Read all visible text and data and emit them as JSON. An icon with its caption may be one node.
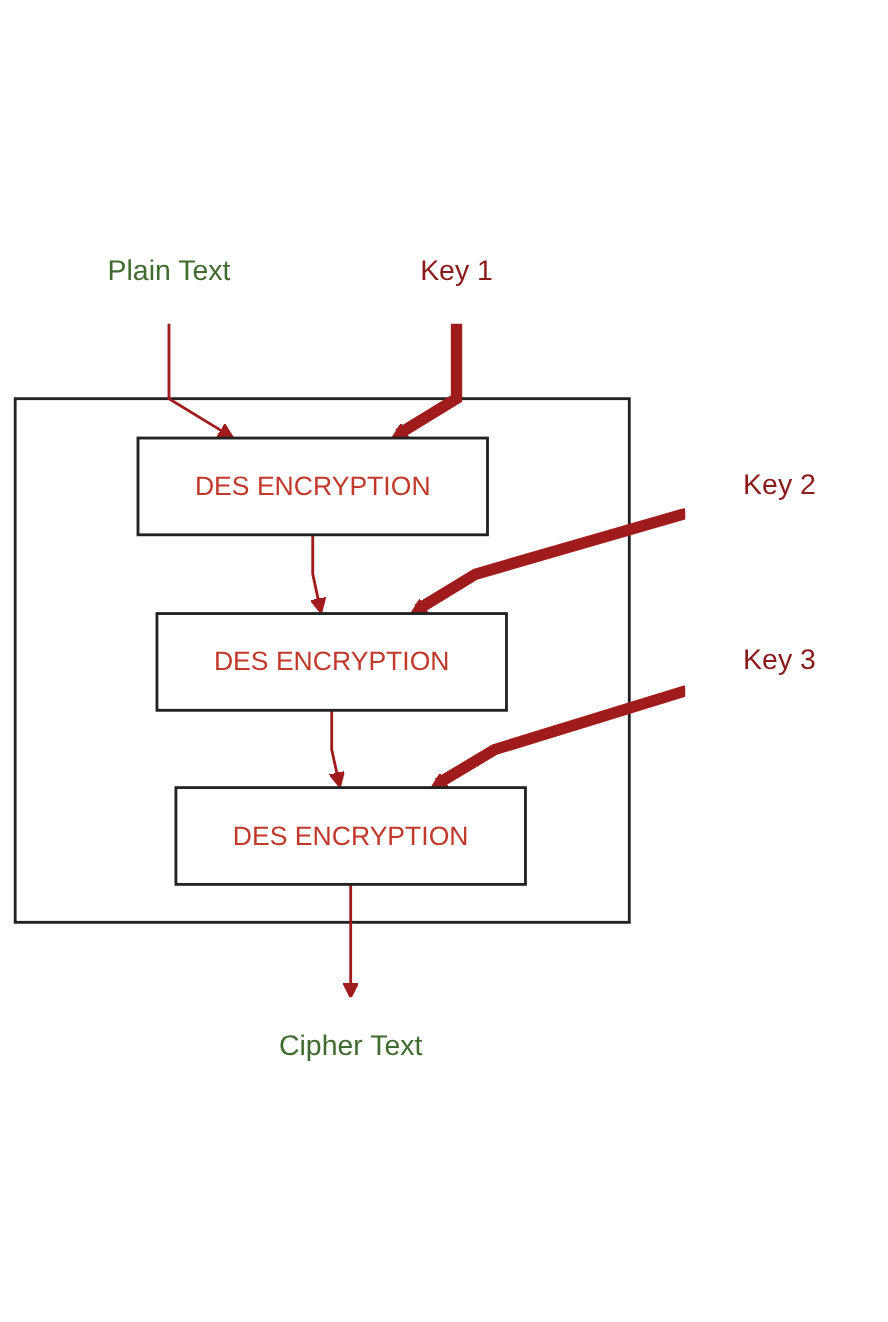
{
  "diagram": {
    "nodes": [
      {
        "text": [
          "Plain Text"
        ]
      },
      {
        "text": [],
        "shape": "box"
      },
      {
        "text": [
          "DES ENCRYPTION"
        ],
        "in": 1
      },
      {
        "text": [
          "Key 1"
        ]
      },
      {
        "text": [
          "DES ENCRYPTION"
        ],
        "in": 1
      },
      {
        "text": [
          "Key 2"
        ]
      },
      {
        "text": [
          "DES ENCRYPTION"
        ],
        "in": 1
      },
      {
        "text": [
          "Key 3"
        ]
      },
      {
        "text": [
          "Cipher Text"
        ]
      }
    ],
    "edges": [
      {
        "from": 0,
        "to": 2,
        "arrow": "to"
      },
      {
        "from": 3,
        "to": 2,
        "arrow": "to",
        "style": "thick"
      },
      {
        "from": 2,
        "to": 4,
        "arrow": "to"
      },
      {
        "from": 5,
        "to": 4,
        "arrow": "to",
        "style": "thick"
      },
      {
        "from": 4,
        "to": 6,
        "arrow": "to"
      },
      {
        "from": 7,
        "to": 6,
        "arrow": "to",
        "style": "thick"
      },
      {
        "from": 6,
        "to": 8,
        "arrow": "to"
      }
    ]
  }
}
